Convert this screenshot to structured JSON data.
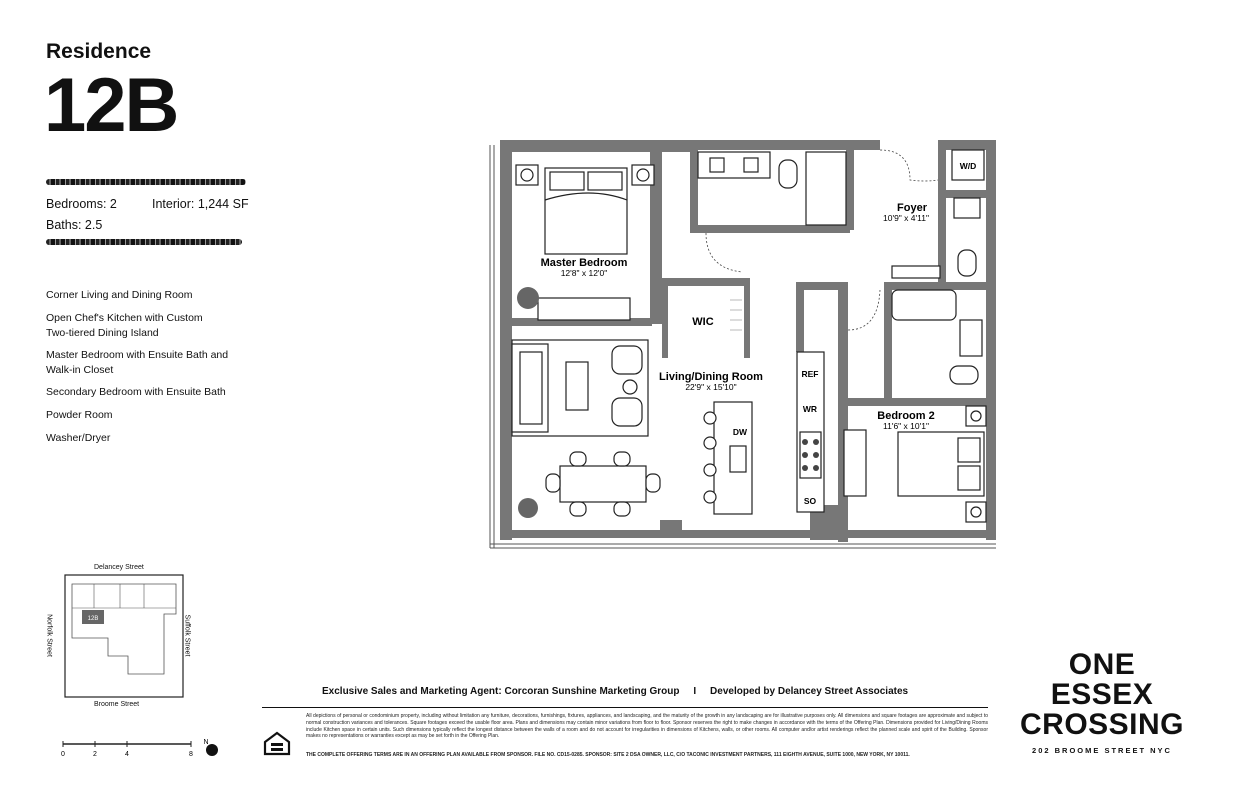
{
  "header": {
    "residence_label": "Residence",
    "residence_number": "12B"
  },
  "stats": {
    "bedrooms": "Bedrooms: 2",
    "interior": "Interior: 1,244 SF",
    "baths": "Baths: 2.5"
  },
  "features": [
    "Corner Living and Dining Room",
    "Open Chef's Kitchen with Custom Two-tiered Dining Island",
    "Master Bedroom with Ensuite Bath and Walk-in Closet",
    "Secondary Bedroom with Ensuite Bath",
    "Powder Room",
    "Washer/Dryer"
  ],
  "floorplan": {
    "rooms": {
      "master": {
        "name": "Master Bedroom",
        "dim": "12'8\" x 12'0\""
      },
      "living": {
        "name": "Living/Dining Room",
        "dim": "22'9\" x 15'10\""
      },
      "bedroom2": {
        "name": "Bedroom 2",
        "dim": "11'6\" x 10'1\""
      },
      "foyer": {
        "name": "Foyer",
        "dim": "10'9\" x 4'11\""
      },
      "wic": {
        "name": "WIC"
      }
    },
    "appliances": {
      "wd": "W/D",
      "ref": "REF",
      "wr": "WR",
      "so": "SO",
      "dw": "DW"
    }
  },
  "keyplan": {
    "north_street": "Delancey Street",
    "south_street": "Broome Street",
    "west_street": "Norfolk Street",
    "east_street": "Suffolk Street",
    "unit": "12B"
  },
  "scale": {
    "ticks": [
      "0",
      "2",
      "4",
      "8"
    ],
    "north": "N"
  },
  "footer": {
    "agent_line": "Exclusive Sales and Marketing Agent: Corcoran Sunshine Marketing Group     I     Developed by Delancey Street Associates",
    "disclaimer": "All depictions of personal or condominium property, including without limitation any furniture, decorations, furnishings, fixtures, appliances, and landscaping, and the maturity of the growth in any landscaping are for illustrative purposes only. All dimensions and square footages are approximate and subject to normal construction variances and tolerances. Square footages exceed the usable floor area. Plans and dimensions may contain minor variations from floor to floor. Sponsor reserves the right to make changes in accordance with the terms of the Offering Plan. Dimensions provided for Living/Dining Rooms include Kitchen space in certain units. Such dimensions typically reflect the longest distance between the walls of a room and do not account for irregularities in dimensions of Kitchens, walls, or other rooms. All computer and/or artist renderings reflect the planned scale and spirit of the Building. Sponsor makes no representations or warranties except as may be set forth in the Offering Plan.",
    "offering": "THE COMPLETE OFFERING TERMS ARE IN AN OFFERING PLAN AVAILABLE FROM SPONSOR. FILE NO. CD15-0285. SPONSOR: SITE 2 DSA OWNER, LLC, C/O TACONIC INVESTMENT PARTNERS, 111 EIGHTH AVENUE, SUITE 1000, NEW YORK, NY 10011."
  },
  "brand": {
    "line1": "ONE",
    "line2": "ESSEX",
    "line3": "CROSSING",
    "address": "202 BROOME STREET NYC"
  }
}
